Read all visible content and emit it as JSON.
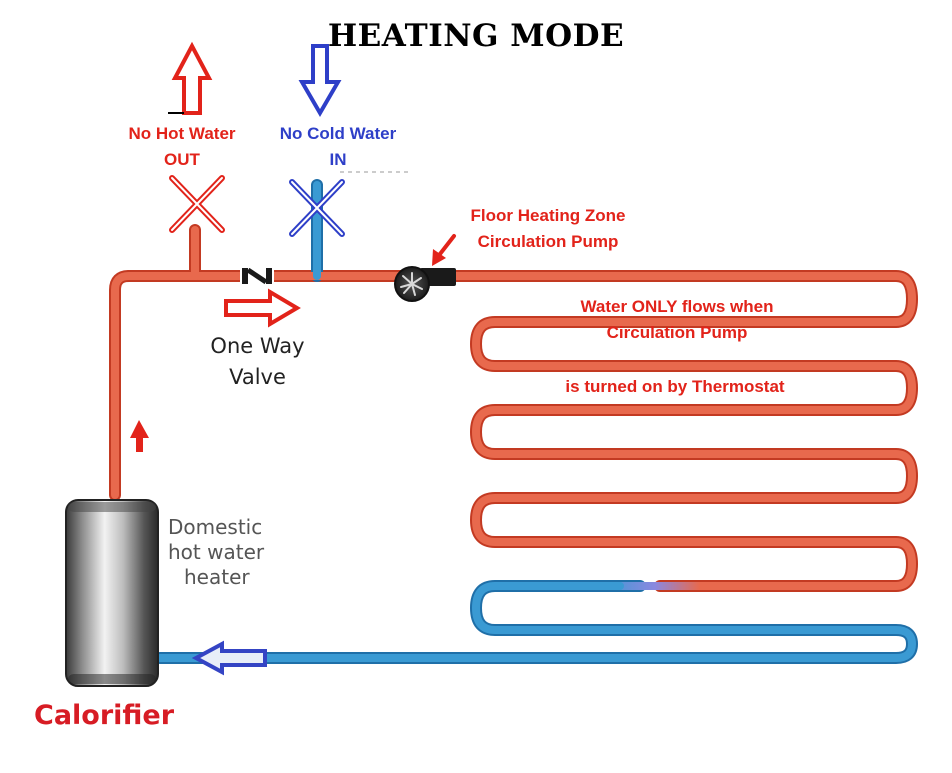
{
  "title": "HEATING MODE",
  "labels": {
    "hot_water_line1": "No Hot Water",
    "hot_water_line2": "OUT",
    "cold_water_line1": "No Cold Water",
    "cold_water_line2": "IN",
    "pump_line1": "Floor Heating Zone",
    "pump_line2": "Circulation Pump",
    "flow_note_line1": "Water ONLY flows when",
    "flow_note_line2": "Circulation Pump",
    "flow_note_line3": "is turned on by Thermostat",
    "valve_line1": "One Way",
    "valve_line2": "Valve",
    "valve_symbol": "N",
    "heater_line1": "Domestic",
    "heater_line2": "hot water",
    "heater_line3": "heater",
    "calorifier": "Calorifier"
  },
  "colors": {
    "hot_pipe": "#e8694d",
    "cold_pipe": "#3a9ad3",
    "hot_arrow": "#e2231a",
    "cold_arrow": "#2e3fc8",
    "return_arrow": "#3444c4",
    "title": "#000000"
  },
  "icons": [
    "hot-out-arrow-icon",
    "cold-in-arrow-icon",
    "blocked-x-icon",
    "one-way-valve-icon",
    "flow-right-arrow-icon",
    "pump-icon",
    "pointer-arrow-icon",
    "flow-up-arrow-icon",
    "return-flow-arrow-icon",
    "heater-tank-icon"
  ]
}
